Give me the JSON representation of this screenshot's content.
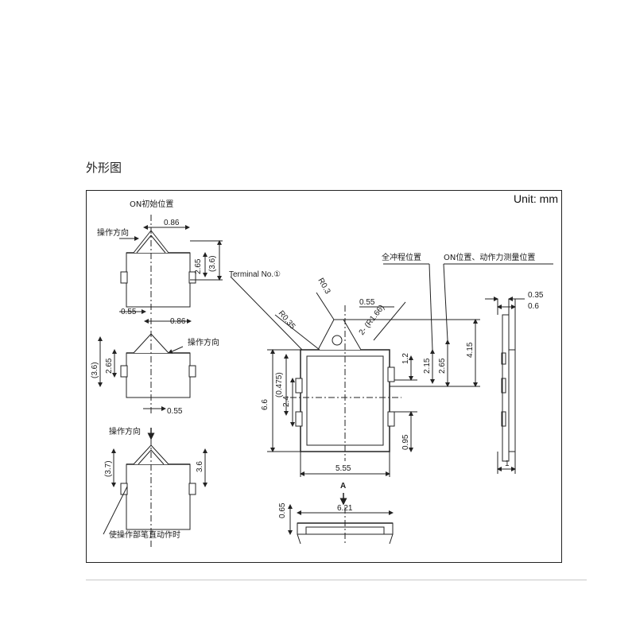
{
  "section_title": "外形图",
  "unit": "Unit: mm",
  "left_views": {
    "on_initial_position": "ON初始位置",
    "operation_direction": "操作方向",
    "operation_direction_2": "操作方向",
    "operation_direction_3": "操作方向",
    "vertical_operation_note": "使操作部笔直动作时",
    "top": {
      "width_086": "0.86",
      "h_265": "2.65",
      "h_36": "(3.6)",
      "w_055": "0.55"
    },
    "middle": {
      "width_086": "0.86",
      "h_36": "(3.6)",
      "h_265": "2.65",
      "w_055": "0.55"
    },
    "bottom": {
      "h_37": "(3.7)",
      "h_36": "3.6"
    }
  },
  "main_view": {
    "terminal_no": "Terminal No.①",
    "r03": "R0.3",
    "r035": "R0.35",
    "w055": "0.55",
    "r166": "2- (R1.66)",
    "full_stroke": "全冲程位置",
    "on_position": "ON位置、动作力测量位置",
    "h66": "6.6",
    "h0475": "(0.475)",
    "h24": "2.4",
    "h12": "1.2",
    "h215": "2.15",
    "h265": "2.65",
    "h415": "4.15",
    "h095": "0.95",
    "w555": "5.55",
    "arrow_a": "A",
    "h065": "0.65",
    "w621": "6.21"
  },
  "side_view": {
    "w035": "0.35",
    "w06": "0.6",
    "w1": "1"
  }
}
